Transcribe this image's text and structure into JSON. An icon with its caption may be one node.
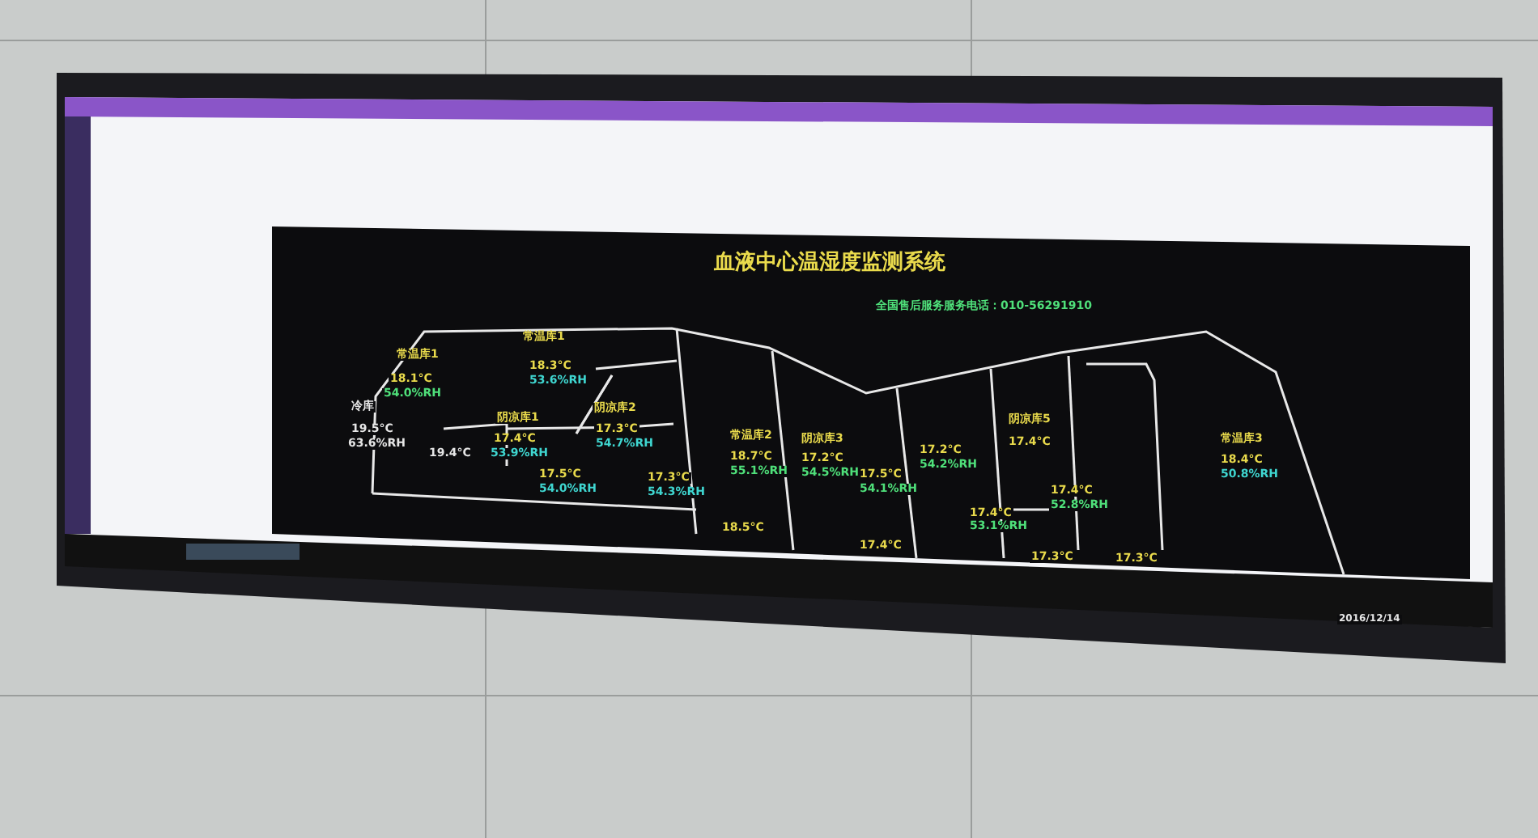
{
  "diagram": {
    "title": "血液中心温湿度监测系统",
    "labels": [
      "全国售后服务服务电话：010-56291910",
      "常温库1",
      "18.1°C",
      "54.0%RH",
      "常温库1",
      "18.3°C",
      "53.6%RH",
      "冷库",
      "19.5°C",
      "63.6%RH",
      "19.4°C",
      "阴凉库1",
      "17.4°C",
      "53.9%RH",
      "17.5°C",
      "54.0%RH",
      "阴凉库2",
      "17.3°C",
      "54.7%RH",
      "17.3°C",
      "54.3%RH",
      "常温库2",
      "18.7°C",
      "55.1%RH",
      "阴凉库3",
      "17.2°C",
      "54.5%RH",
      "17.5°C",
      "54.1%RH",
      "17.2°C",
      "54.2%RH",
      "阴凉库5",
      "17.4°C",
      "17.4°C",
      "52.8%RH",
      "17.4°C",
      "53.1%RH",
      "常温库3",
      "18.4°C",
      "50.8%RH",
      "18.5°C",
      "17.4°C",
      "17.3°C",
      "17.3°C",
      "2016/12/14"
    ]
  }
}
